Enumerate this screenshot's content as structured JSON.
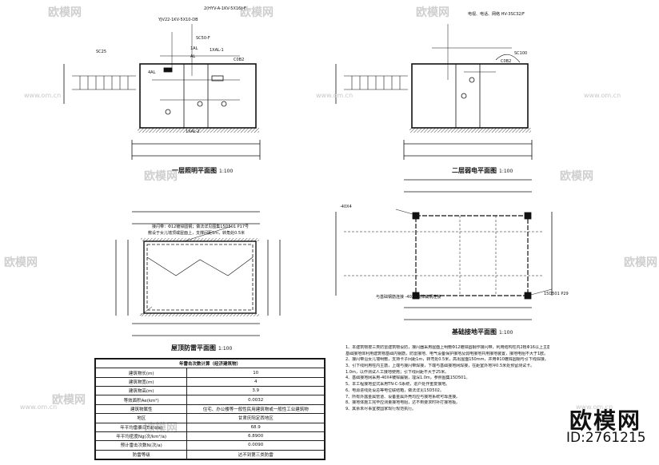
{
  "plans": {
    "p1_title": "一层照明平面图",
    "p1_scale": "1:100",
    "p2_title": "二层弱电平面图",
    "p2_scale": "1:100",
    "p3_title": "屋顶防雷平面图",
    "p3_scale": "1:100",
    "p4_title": "基础接地平面图",
    "p4_scale": "1:100"
  },
  "labels": {
    "cable_main": "YJV22-1KV-5X10-DB",
    "cable_comm": "2(HYV-A-1KV-5X16)-F",
    "sc25": "SC25",
    "sc50": "SC50-F",
    "box_1al": "1AL",
    "box_al": "AL",
    "box_4al": "4AL",
    "ip1": "1XAL-1",
    "ip2": "1XAL-2",
    "c0b2": "C0B2",
    "weak_cable": "电视、电话、网络 HV-3SC32/F",
    "sc100": "SC100",
    "roof_note": "接闪带：Φ12镀锌圆钢；做法详见图集15D501 P17号",
    "roof_sub": "敷设于女儿墙顶或屋面上，支撑间距1m，转角处0.5米",
    "ground_40x4": "-40X4",
    "ground_ref": "15D501 P29",
    "ground_bottom": "与基础钢筋连接 -40X4镀锌扁钢连接"
  },
  "calc_table": {
    "header": "年雷击次数计算（经济建筑物）",
    "rows": [
      {
        "label": "建筑物长(m)",
        "value": "10"
      },
      {
        "label": "建筑物宽(m)",
        "value": "4"
      },
      {
        "label": "建筑物高(m)",
        "value": "3.9"
      },
      {
        "label": "等效面积Ae(km²)",
        "value": "0.0032"
      },
      {
        "label": "建筑物属性",
        "value": "住宅、办公楼等一般性民用建筑物或一般性工业建筑物"
      },
      {
        "label": "地区",
        "value": "甘肃庆阳定西地区"
      },
      {
        "label": "年平均雷暴日Td(d/a)",
        "value": "68.9"
      },
      {
        "label": "年平均密度Ng(次/km²/a)",
        "value": "6.8900"
      },
      {
        "label": "预计雷击次数N(次/a)",
        "value": "0.0090"
      },
      {
        "label": "防雷等级",
        "value": "达不到第三类防雷"
      }
    ]
  },
  "notes": [
    "1、本建筑物按三类防雷建筑物设防，接闪器采用屋面上明敷Φ12镀锌圆钢作接闪带，利用结构柱内2根Φ16以上主筋作引下线。",
    "  基础接地体利用建筑物基础内钢筋，防雷接地、电气设备保护接地及弱电接地共用接地装置，接地电阻不大于1欧。",
    "2、接闪带沿女儿墙明敷，支持卡子间距1m，转弯处0.5米，高出屋面150mm，并用Φ10镀锌圆钢与引下线焊接。",
    "3、引下线利用柱内主筋，上端与接闪带焊接，下端与基础接地网焊接，在距室外地坪0.5米处预留测试卡。",
    "  1.0m，以作测试人工接地使用；引下线间距不大于25米。",
    "4、基础接地网采用-40X4镀锌扁钢，埋深1.0m，参照图集15D501。",
    "5、本工程接地型式采用TN-C-S系统，进户处作重复接地。",
    "6、电源进线处设总等电位联结箱，做法详见15D502。",
    "7、所有外露金属管道、设备金属外壳均应与接地系统可靠连接。",
    "8、接地体施工完毕应测量接地电阻，达不到要求时补打接地极。",
    "9、其余未尽事宜按国家现行规范执行。"
  ],
  "watermark": {
    "text": "欧模网",
    "sub": "www.om.cn"
  },
  "brand": {
    "name": "欧模网",
    "id": "ID:2761215"
  }
}
